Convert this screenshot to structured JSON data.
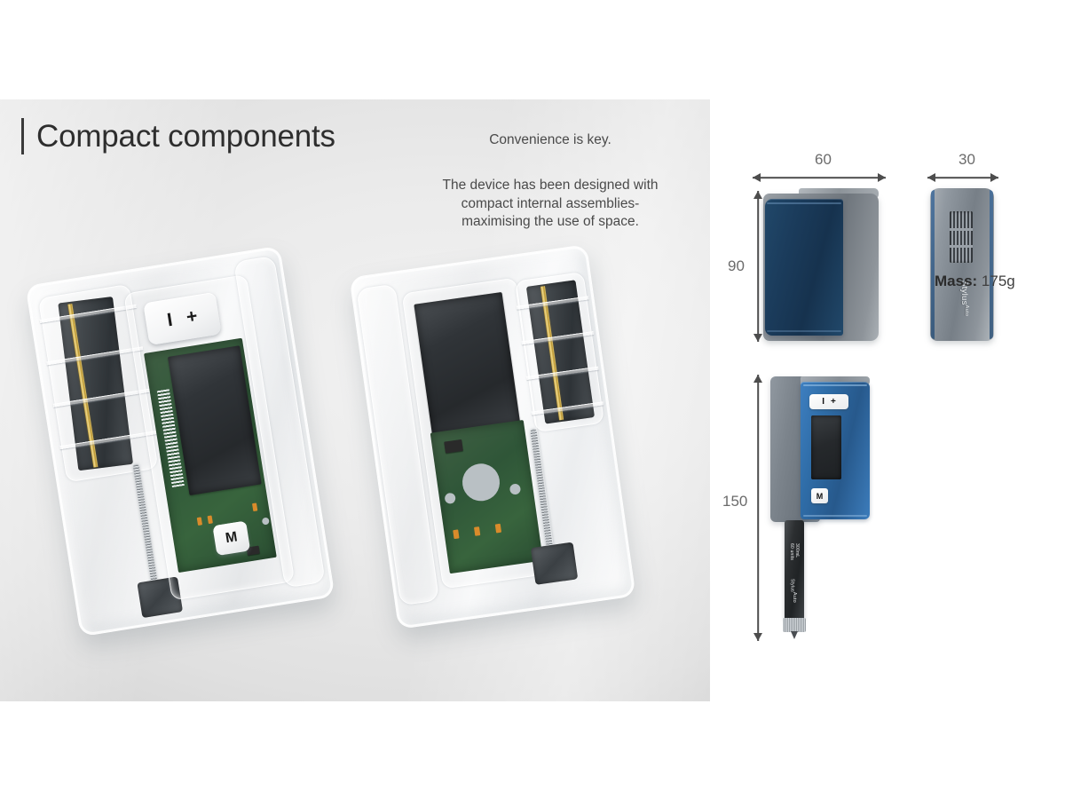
{
  "slide": {
    "heading": "Compact components",
    "copy_lead": "Convenience is key.",
    "copy_body_line1": "The device has been designed with",
    "copy_body_line2": "compact internal assemblies-",
    "copy_body_line3": "maximising the use of space."
  },
  "renders": {
    "left": {
      "name": "exploded-transparent-device-front",
      "button_power": "I",
      "button_plus": "+",
      "button_memory": "M"
    },
    "right": {
      "name": "exploded-transparent-device-rear"
    }
  },
  "tech_drawing": {
    "dim_width": "60",
    "dim_depth": "30",
    "dim_height": "90",
    "dim_total_length": "150",
    "brand": "Stylus",
    "brand_sup": "Auto",
    "probe_line1": "300mL",
    "probe_line2": "60 units",
    "assembly": {
      "button_power": "I",
      "button_plus": "+",
      "button_memory": "M"
    },
    "mass_key": "Mass:",
    "mass_value": "175g"
  },
  "colors": {
    "panel_light": "#ebebeb",
    "panel_dark": "#c9c9c9",
    "heading_text": "#2e2e2e",
    "body_text": "#4a4a4a",
    "dim_line": "#4d4d4d",
    "dim_text": "#6b6b6b",
    "device_blue_dark": "#1b3c5c",
    "device_blue_bright": "#2f6da8",
    "device_gray": "#7c848c",
    "pcb_green": "#2f5638",
    "gold": "#c9a441"
  }
}
